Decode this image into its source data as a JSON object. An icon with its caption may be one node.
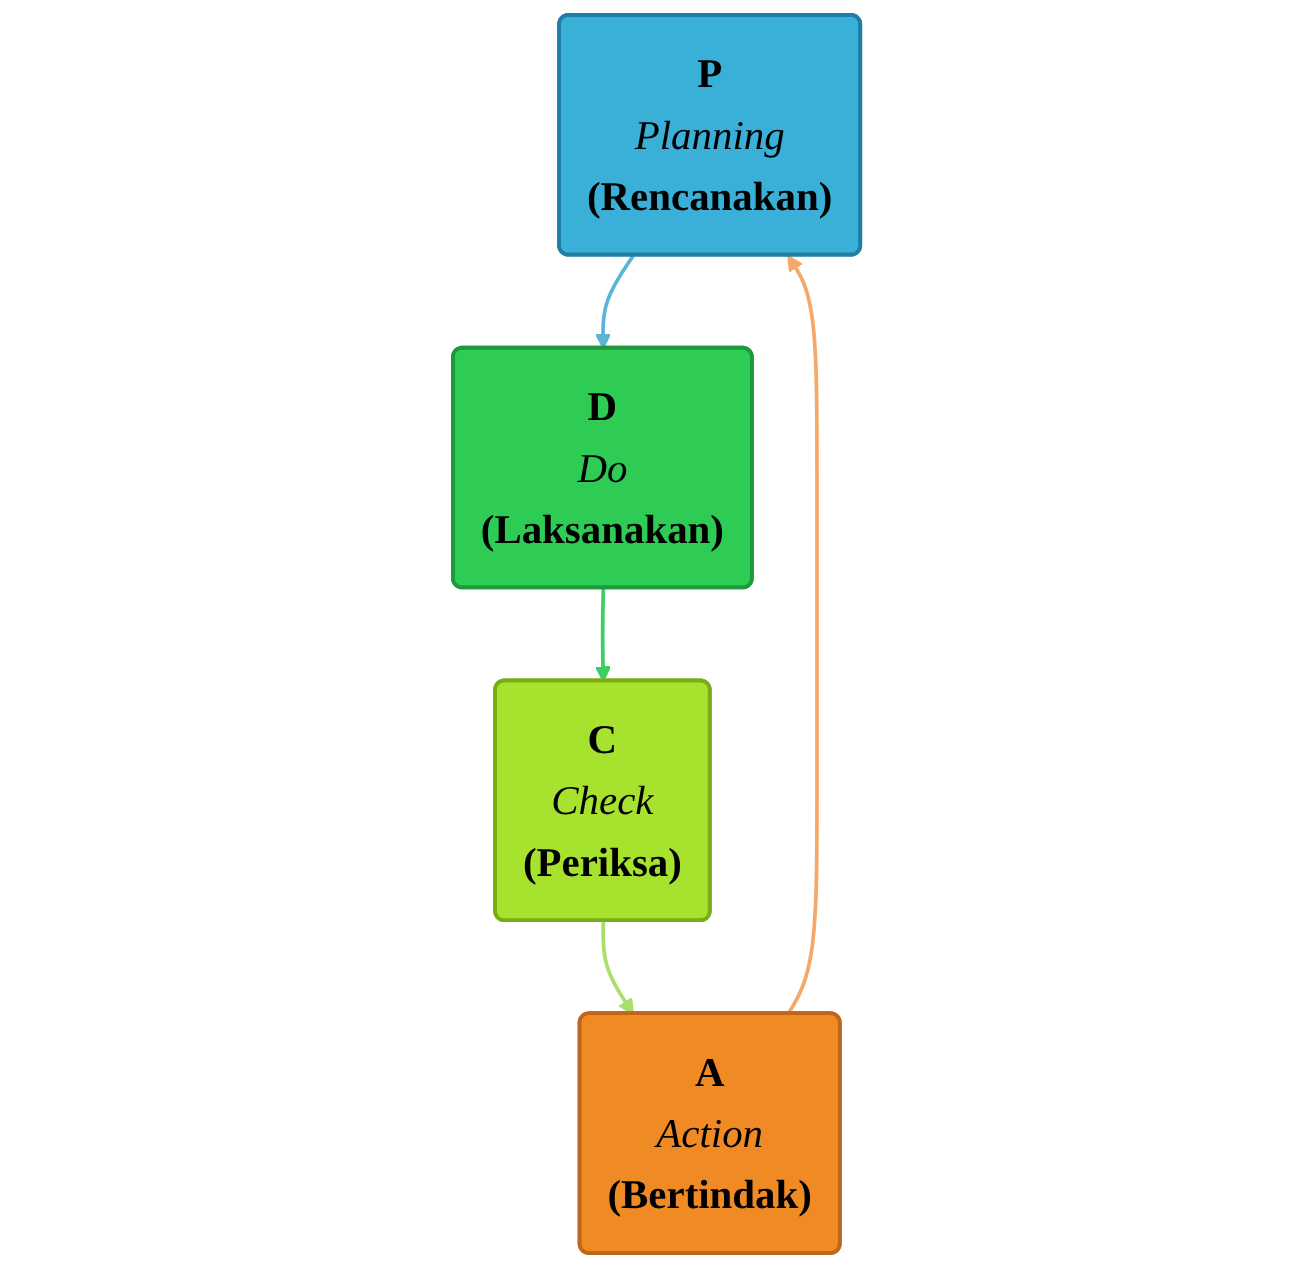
{
  "diagram": {
    "nodes": [
      {
        "text": [
          "P",
          "Planning",
          "(Rencanakan)"
        ]
      },
      {
        "text": [
          "D",
          "Do",
          "(Laksanakan)"
        ]
      },
      {
        "text": [
          "C",
          "Check",
          "(Periksa)"
        ]
      },
      {
        "text": [
          "A",
          "Action",
          "(Bertindak)"
        ]
      }
    ],
    "edges": [
      {
        "from": 0,
        "to": 1,
        "arrow": "to",
        "color": "#5ab4d6"
      },
      {
        "from": 1,
        "to": 2,
        "arrow": "to",
        "color": "#3ccf63"
      },
      {
        "from": 2,
        "to": 3,
        "arrow": "to",
        "color": "#a8e06a"
      },
      {
        "from": 3,
        "to": 0,
        "arrow": "to",
        "color": "#f5a868"
      }
    ]
  }
}
